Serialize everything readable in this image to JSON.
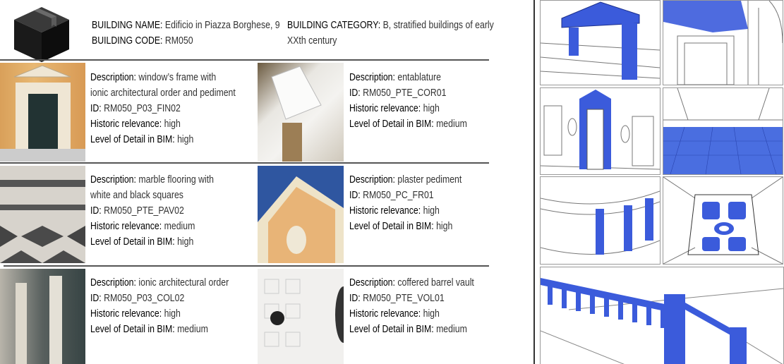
{
  "header": {
    "building_name_label": "BUILDING NAME:",
    "building_name": "Edificio in Piazza Borghese, 9",
    "building_code_label": "BUILDING CODE:",
    "building_code": "RM050",
    "building_category_label": "BUILDING CATEGORY:",
    "building_category_line1": "B, stratified buildings of early",
    "building_category_line2": "XXth century",
    "logo_icon": "box-icon"
  },
  "labels": {
    "description": "Description:",
    "id": "ID:",
    "historic": "Historic relevance:",
    "lod": "Level of Detail in BIM:"
  },
  "elements": [
    {
      "desc1": "window’s frame with",
      "desc2": "ionic architectural order and pediment",
      "id": "RM050_P03_FIN02",
      "historic": "high",
      "lod": "high"
    },
    {
      "desc1": "entablature",
      "id": "RM050_PTE_COR01",
      "historic": "high",
      "lod": "medium"
    },
    {
      "desc1": "marble flooring with",
      "desc2": "white and black squares",
      "id": "RM050_PTE_PAV02",
      "historic": "medium",
      "lod": "high"
    },
    {
      "desc1": " plaster pediment",
      "id": "RM050_PC_FR01",
      "historic": "high",
      "lod": "high"
    },
    {
      "desc1": "ionic architectural order",
      "id": "RM050_P03_COL02",
      "historic": "high",
      "lod": "medium"
    },
    {
      "desc1": "coffered barrel vault",
      "id": "RM050_PTE_VOL01",
      "historic": "high",
      "lod": "medium"
    }
  ],
  "colors": {
    "bim_highlight": "#3b5bdb",
    "rule": "#555555"
  }
}
